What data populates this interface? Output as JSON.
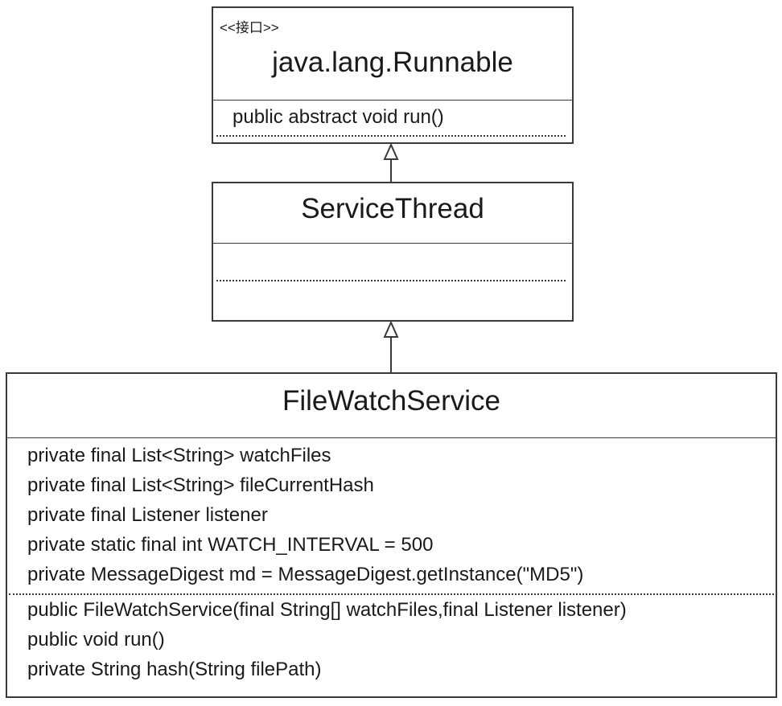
{
  "interface_box": {
    "stereotype": "<<接口>>",
    "name": "java.lang.Runnable",
    "operations": [
      "public abstract void run()"
    ]
  },
  "service_thread_box": {
    "name": "ServiceThread"
  },
  "file_watch_service_box": {
    "name": "FileWatchService",
    "attributes": [
      "private final List<String> watchFiles",
      "private final List<String> fileCurrentHash",
      "private final Listener listener",
      "private static final int WATCH_INTERVAL = 500",
      "private MessageDigest md = MessageDigest.getInstance(\"MD5\")"
    ],
    "operations": [
      "public FileWatchService(final String[] watchFiles,final Listener listener)",
      "public void run()",
      "private String hash(String filePath)"
    ]
  }
}
